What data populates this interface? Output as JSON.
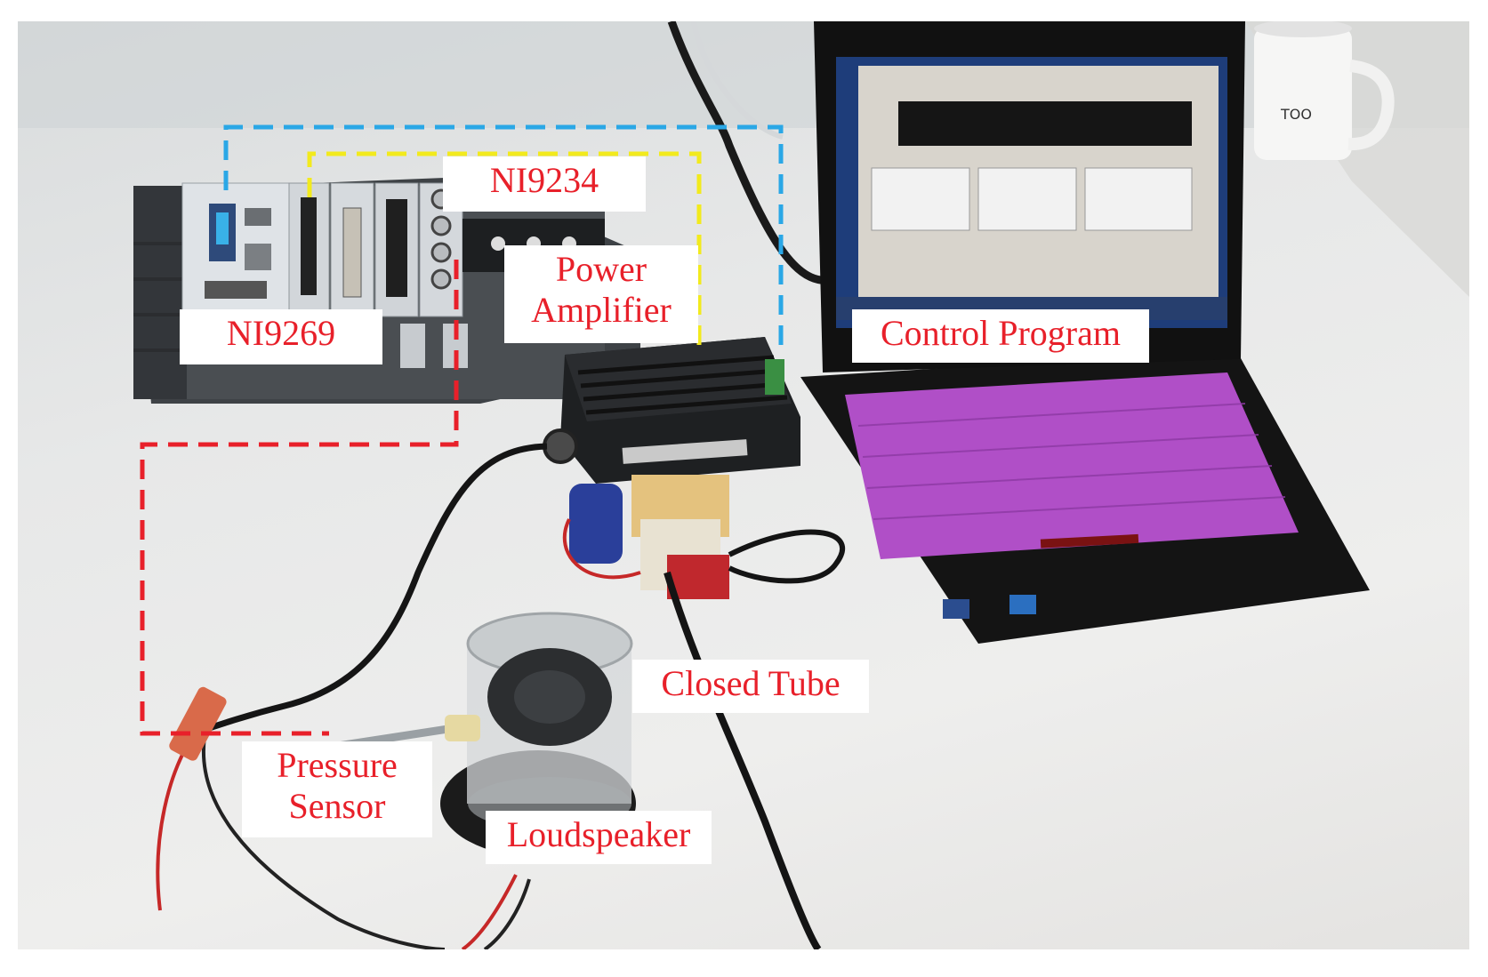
{
  "labels": {
    "ni9234": "NI9234",
    "power_amplifier": "Power\nAmplifier",
    "ni9269": "NI9269",
    "control_program": "Control Program",
    "closed_tube": "Closed Tube",
    "pressure_sensor": "Pressure\nSensor",
    "loudspeaker": "Loudspeaker"
  },
  "colors": {
    "label_text": "#e8202a",
    "box_blue": "#2aa7e6",
    "box_yellow": "#f2ea1d",
    "box_red": "#e8202a",
    "keyboard": "#b04fc7"
  }
}
